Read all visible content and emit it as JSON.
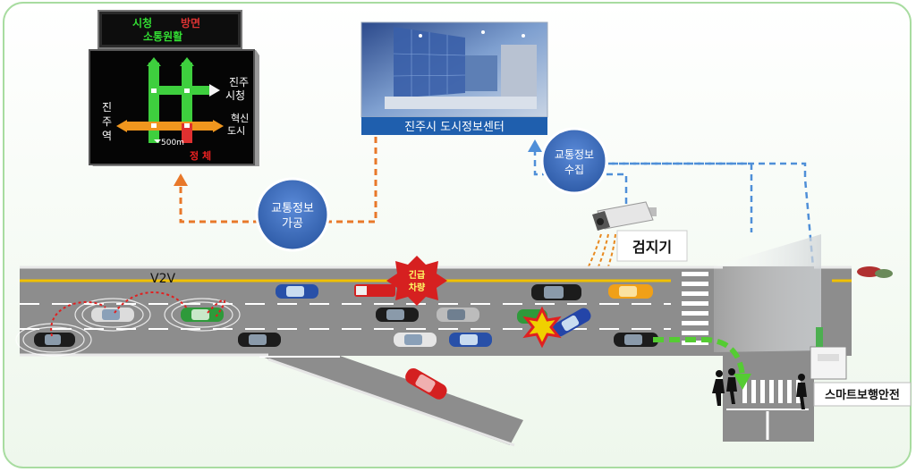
{
  "vms_top": {
    "line1_a": "시청",
    "line1_b": "방면",
    "line2": "소통원활"
  },
  "map_sign": {
    "right_top": [
      "진주",
      "시청"
    ],
    "right_bottom": [
      "혁신",
      "도시"
    ],
    "left": [
      "진",
      "주",
      "역"
    ],
    "distance": "500m",
    "status": "정 체"
  },
  "center_banner": "진주시 도시정보센터",
  "process_circle": [
    "교통정보",
    "가공"
  ],
  "collect_circle": [
    "교통정보",
    "수집"
  ],
  "detector_label": "검지기",
  "v2v_label": "V2V",
  "emergency_badge": [
    "긴급",
    "차량"
  ],
  "smart_crosswalk_label": "스마트보행안전",
  "colors": {
    "process_circle": "#3f6fbf",
    "process_arrow": "#e8782a",
    "collect_arrow": "#4f8fd8",
    "banner": "#1f5fae",
    "emergency": "#d62020",
    "road": "#8d8d8d",
    "lane_yellow": "#f0c000",
    "car_guidance": "#55cc33"
  }
}
